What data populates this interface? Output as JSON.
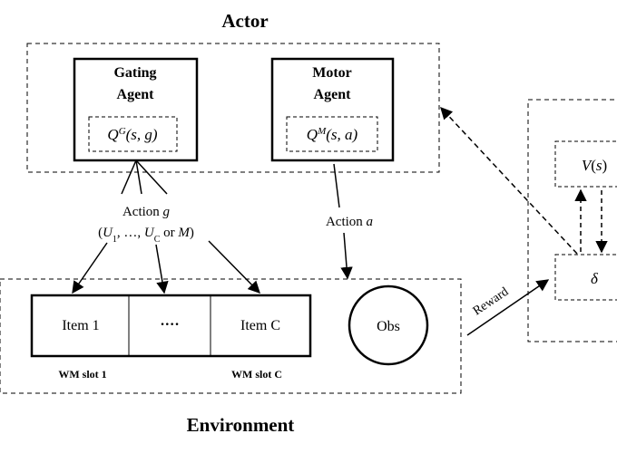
{
  "actor": {
    "title": "Actor",
    "gating_agent": {
      "line1": "Gating",
      "line2": "Agent",
      "q": "Q^G(s, g)"
    },
    "motor_agent": {
      "line1": "Motor",
      "line2": "Agent",
      "q": "Q^M(s, a)"
    }
  },
  "actions": {
    "gating_line1": "Action g",
    "gating_line2": "(U_1, …, U_C or M)",
    "motor": "Action a"
  },
  "environment": {
    "title": "Environment",
    "items": [
      "Item 1",
      "····",
      "Item C"
    ],
    "slot_labels": [
      "WM slot 1",
      "WM slot C"
    ],
    "obs": "Obs"
  },
  "critic": {
    "value": "V(s)",
    "delta": "δ",
    "reward": "Reward"
  }
}
